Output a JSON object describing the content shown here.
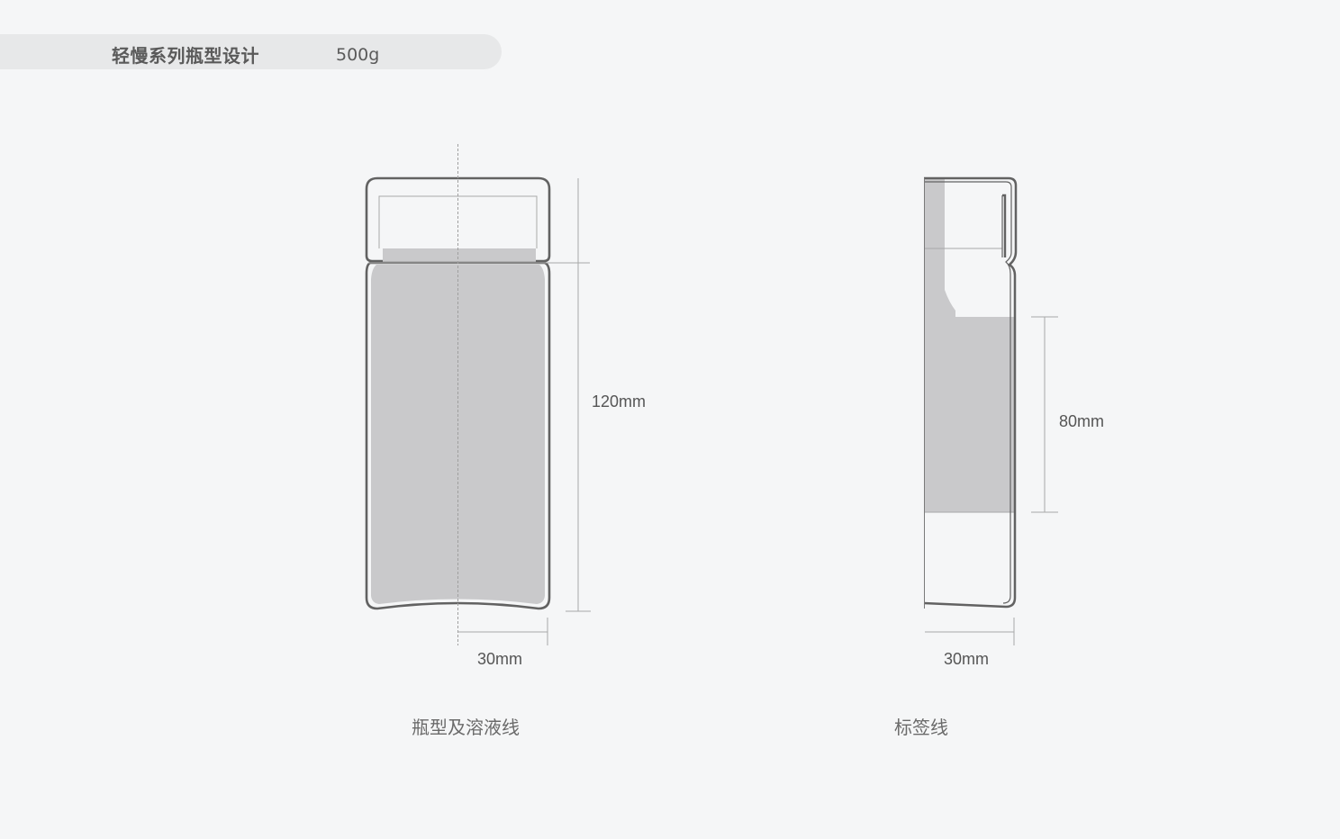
{
  "header": {
    "title": "轻慢系列瓶型设计",
    "weight": "500g"
  },
  "front_view": {
    "height_label": "120mm",
    "width_label": "30mm",
    "caption": "瓶型及溶液线"
  },
  "side_view": {
    "label_height_label": "80mm",
    "width_label": "30mm",
    "caption": "标签线"
  },
  "colors": {
    "background": "#f5f6f7",
    "header_bar": "#e7e8e9",
    "outline": "#626262",
    "fill": "#c9c9cb",
    "dim_line": "#a8a8a8"
  }
}
